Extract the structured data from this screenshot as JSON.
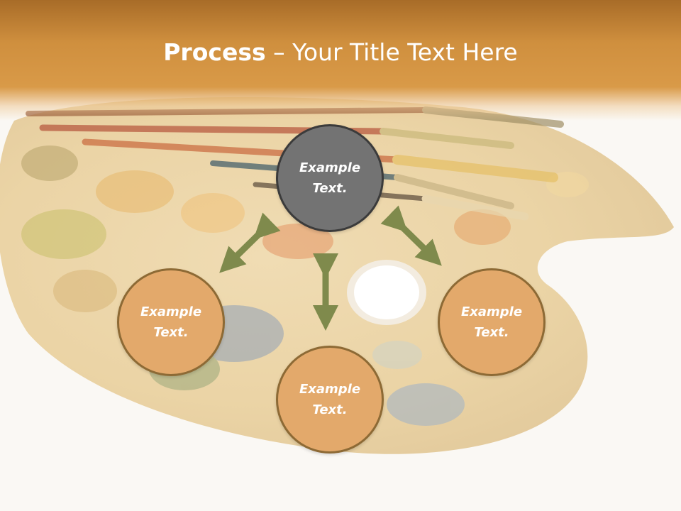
{
  "title": {
    "bold": "Process",
    "rest": " – Your Title Text Here"
  },
  "nodes": {
    "center": {
      "line1": "Example",
      "line2": "Text."
    },
    "left": {
      "line1": "Example",
      "line2": "Text."
    },
    "bottom": {
      "line1": "Example",
      "line2": "Text."
    },
    "right": {
      "line1": "Example",
      "line2": "Text."
    }
  },
  "colors": {
    "header": "#d99a48",
    "node_fill": "#e3a96b",
    "node_border": "#8d6a35",
    "center_fill": "#737373",
    "center_border": "#3b3b3b",
    "arrow": "#7f8a4c"
  }
}
